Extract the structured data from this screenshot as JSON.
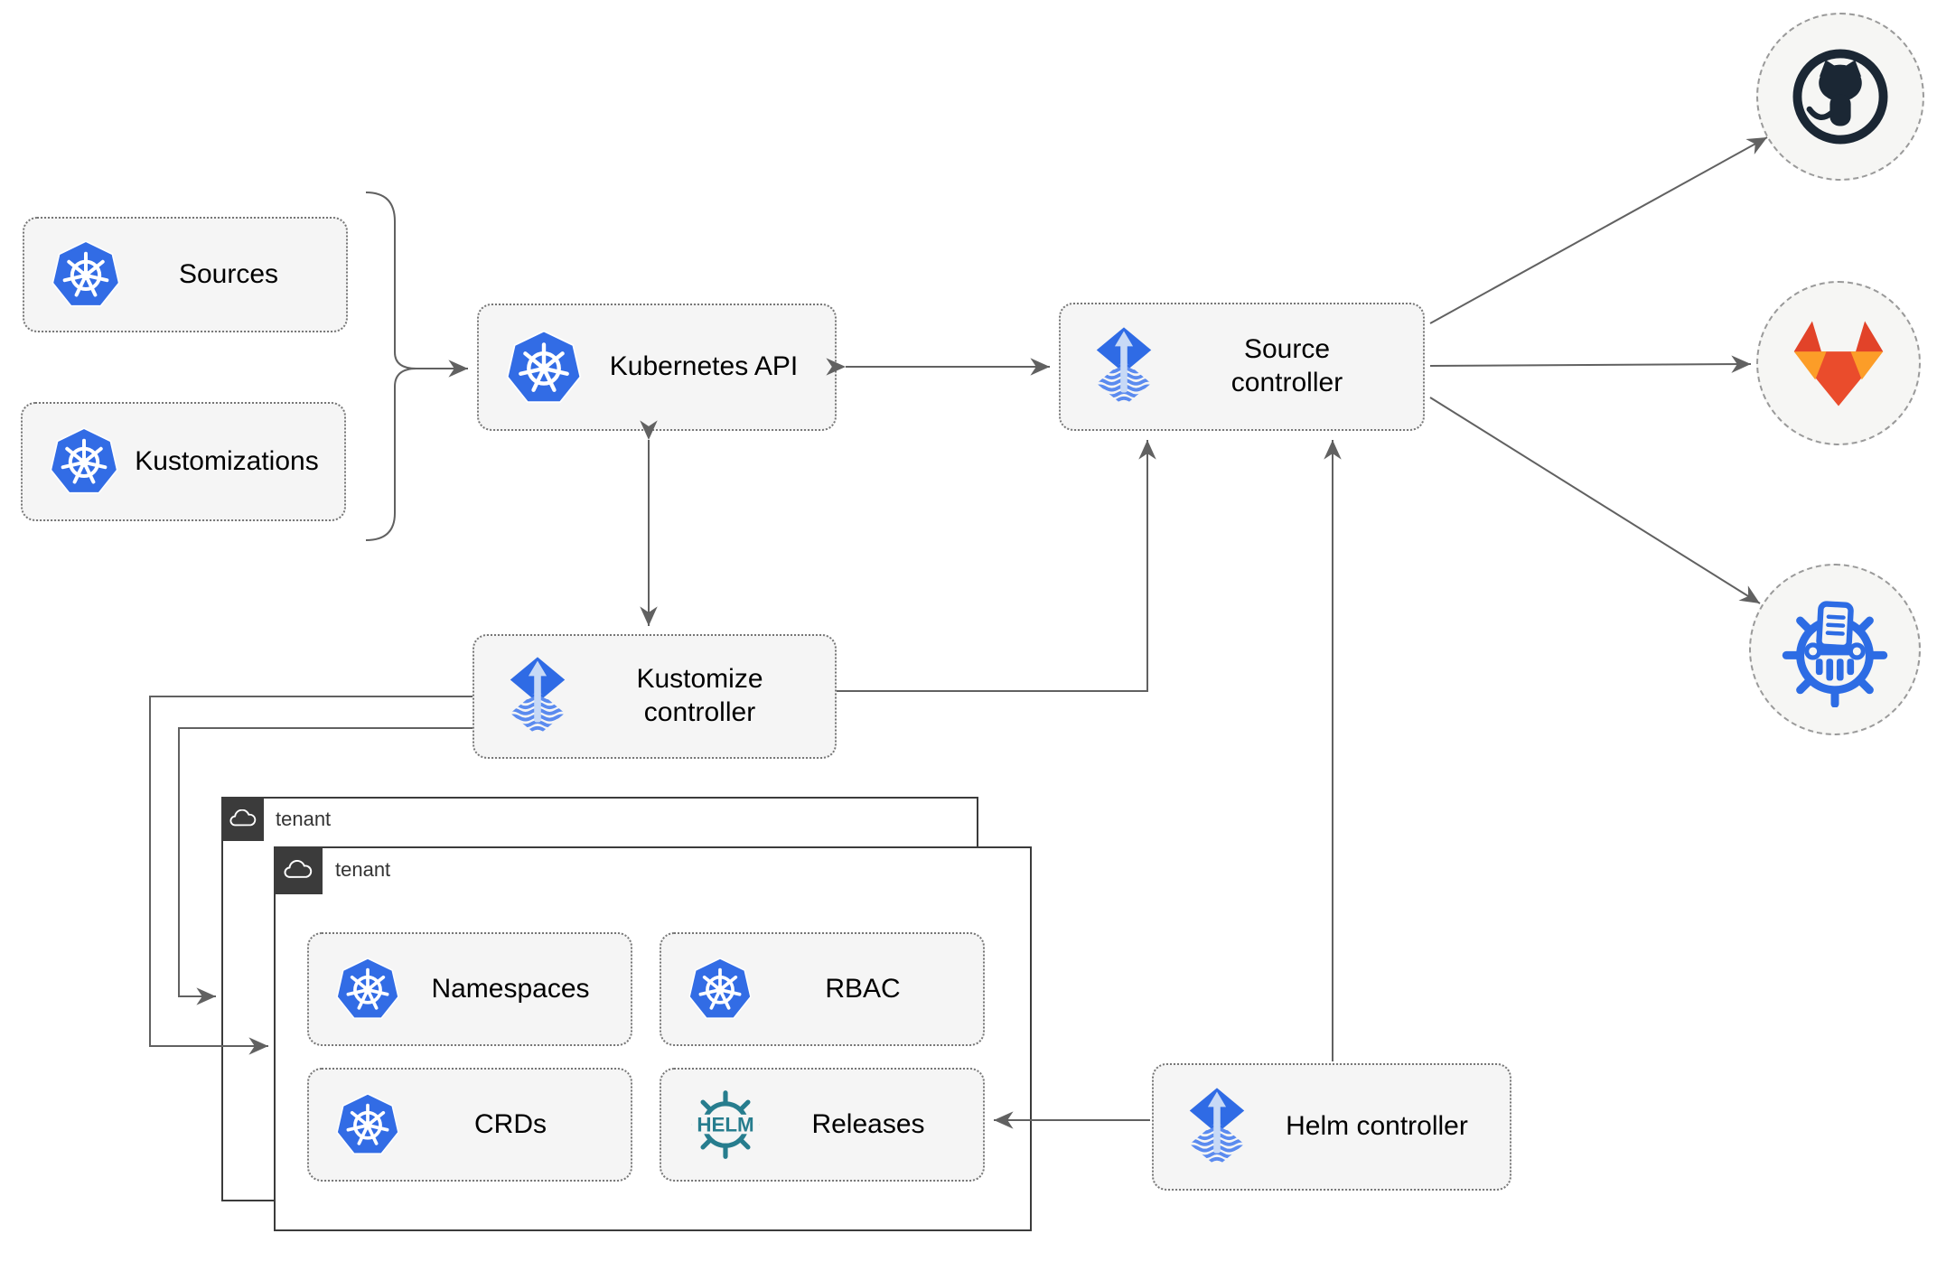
{
  "nodes": {
    "sources": {
      "label": "Sources",
      "icon": "kubernetes-icon"
    },
    "kustomizations": {
      "label": "Kustomizations",
      "icon": "kubernetes-icon"
    },
    "kubernetes_api": {
      "label": "Kubernetes API",
      "icon": "kubernetes-icon"
    },
    "source_controller": {
      "label": "Source controller",
      "icon": "flux-icon"
    },
    "kustomize_controller": {
      "label": "Kustomize controller",
      "icon": "flux-icon"
    },
    "helm_controller": {
      "label": "Helm controller",
      "icon": "flux-icon"
    },
    "namespaces": {
      "label": "Namespaces",
      "icon": "kubernetes-icon"
    },
    "rbac": {
      "label": "RBAC",
      "icon": "kubernetes-icon"
    },
    "crds": {
      "label": "CRDs",
      "icon": "kubernetes-icon"
    },
    "releases": {
      "label": "Releases",
      "icon": "helm-icon"
    }
  },
  "groups": {
    "outer_tenant": {
      "label": "tenant",
      "icon": "cloud-icon"
    },
    "inner_tenant": {
      "label": "tenant",
      "icon": "cloud-icon"
    }
  },
  "endpoints": {
    "git_github": {
      "icon": "github-icon"
    },
    "git_gitlab": {
      "icon": "gitlab-icon"
    },
    "chart_repository": {
      "icon": "chartmuseum-icon"
    }
  },
  "colors": {
    "kubernetes_blue": "#326ce5",
    "flux_blue": "#2f6be5",
    "flux_light_arrow": "#c7d9f6",
    "helm_teal": "#277d8e",
    "github_dark": "#1b2734",
    "gitlab_red": "#e24329",
    "gitlab_amber": "#fc9d28",
    "chartmuseum_blue": "#2d6ce4",
    "connector_gray": "#616161",
    "node_fill": "#f5f5f5",
    "tenant_dark": "#3b3b3b"
  }
}
